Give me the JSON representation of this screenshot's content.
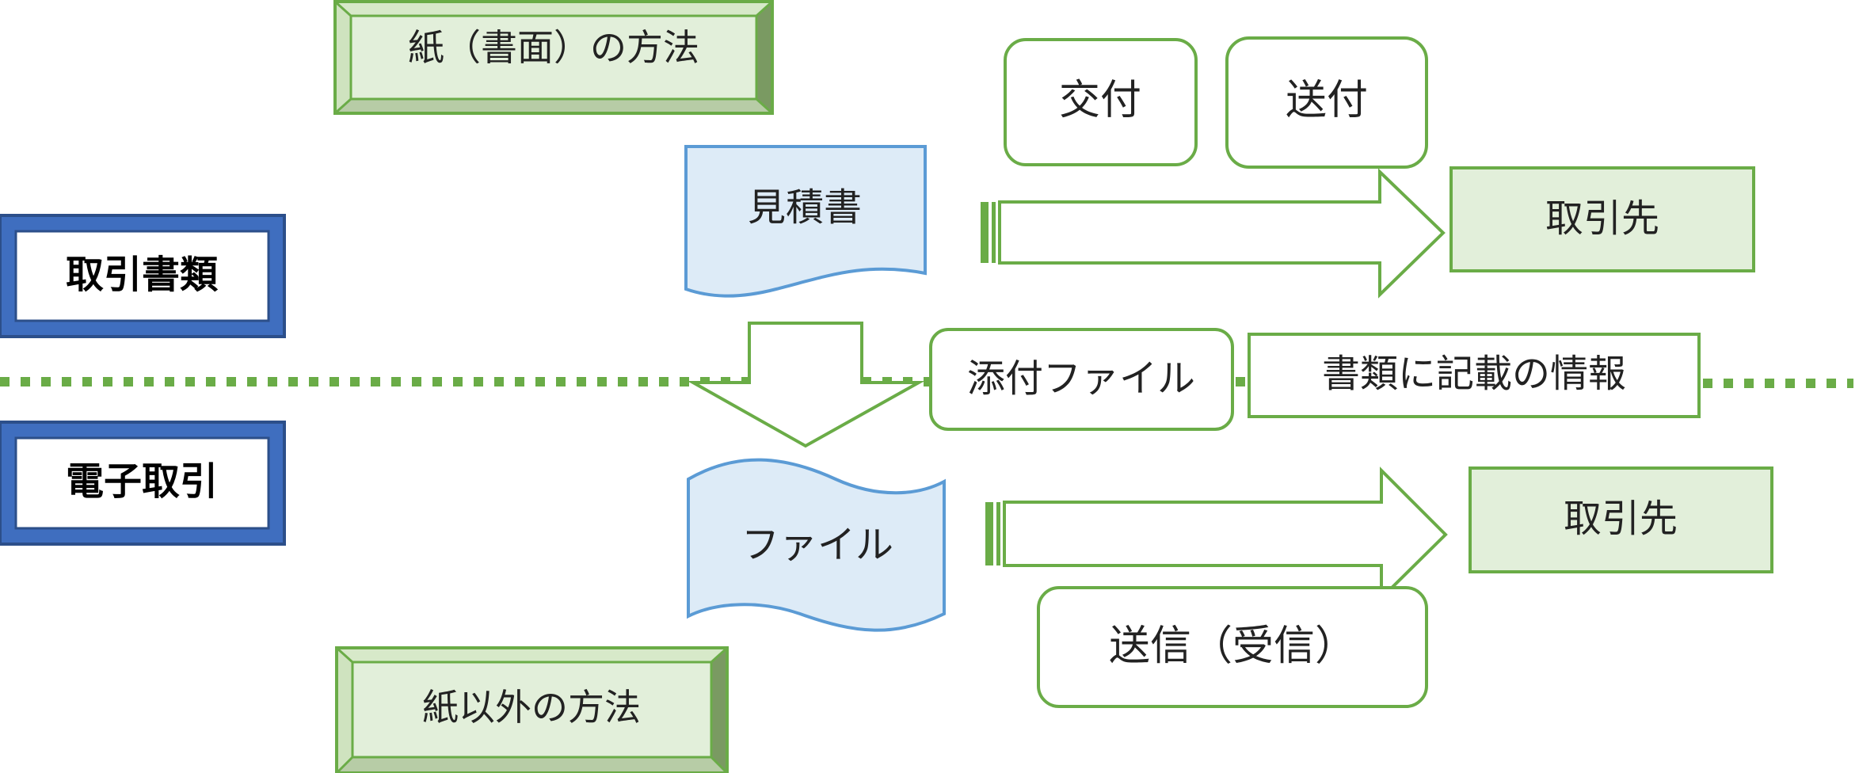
{
  "labels": {
    "paper_method": "紙（書面）の方法",
    "non_paper_method": "紙以外の方法",
    "transaction_documents": "取引書類",
    "electronic_transaction": "電子取引",
    "estimate": "見積書",
    "file": "ファイル",
    "delivery": "交付",
    "sending": "送付",
    "counterparty_top": "取引先",
    "counterparty_bottom": "取引先",
    "attachment_file": "添付ファイル",
    "document_info": "書類に記載の情報",
    "send_receive": "送信（受信）"
  },
  "colors": {
    "green_stroke": "#6aac47",
    "green_fill": "#e2efda",
    "green_bevel_dark": "#7a9a62",
    "green_bevel_light": "#b7cca6",
    "blue_stroke": "#5b9bd5",
    "blue_fill": "#ddebf7",
    "navy_frame": "#3f6ebf",
    "navy_dark": "#2c4f8a"
  }
}
